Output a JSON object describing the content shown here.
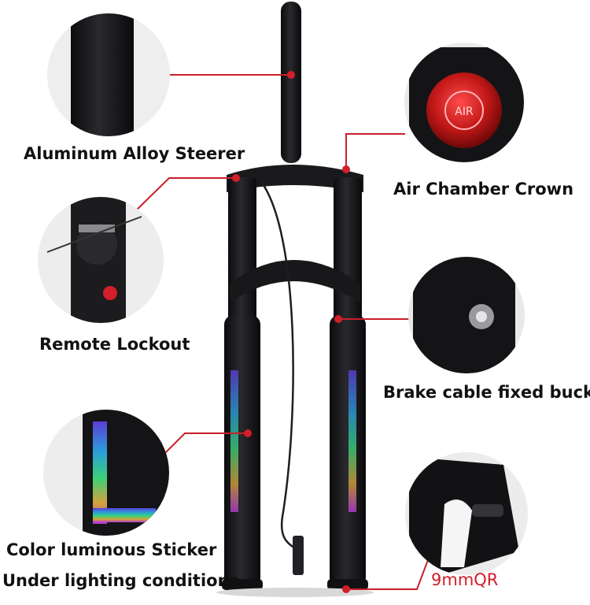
{
  "labels": {
    "steerer": "Aluminum Alloy Steerer",
    "air_chamber": "Air Chamber Crown",
    "remote_lockout": "Remote Lockout",
    "brake_buckle": "Brake cable fixed buckle",
    "sticker_line1": "Color luminous Sticker",
    "sticker_line2": "Under lighting conditions",
    "dropout": "9mmQR"
  },
  "cap_text": "AIR",
  "colors": {
    "callout_line": "#c8202a",
    "fork_body": "#141416",
    "accent_red": "#d21f2a",
    "circle_bg": "#eeeeee"
  },
  "icons": [
    "fork-image",
    "steerer-detail-photo",
    "air-cap-detail-photo",
    "remote-lockout-detail-photo",
    "cable-buckle-detail-photo",
    "sticker-detail-photo",
    "dropout-detail-photo"
  ]
}
